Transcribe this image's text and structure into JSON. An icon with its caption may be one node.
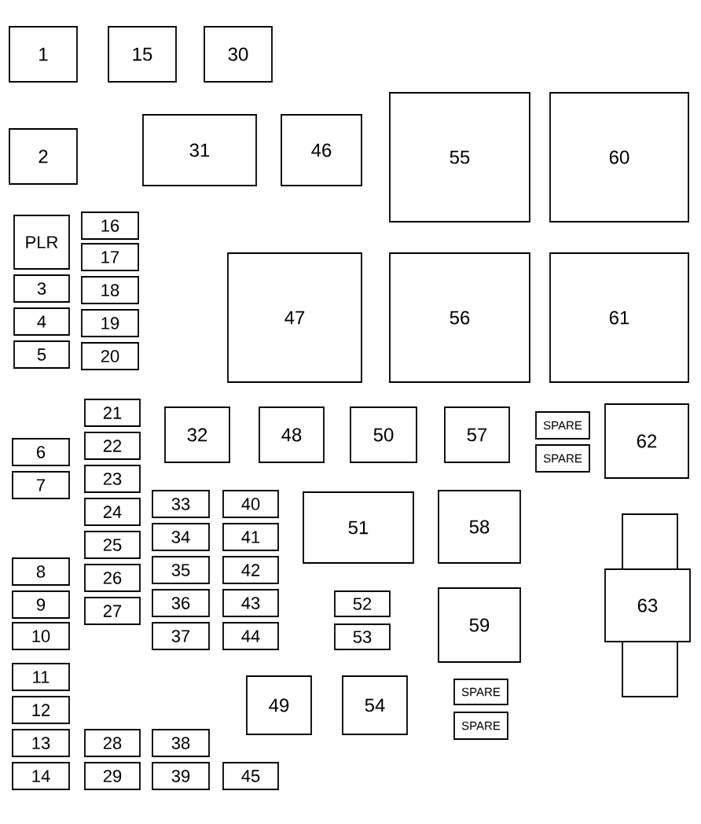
{
  "diagram": {
    "nodes": [
      {
        "text": [
          "1"
        ]
      },
      {
        "text": [
          "15"
        ]
      },
      {
        "text": [
          "30"
        ]
      },
      {
        "text": [
          "2"
        ]
      },
      {
        "text": [
          "31"
        ]
      },
      {
        "text": [
          "46"
        ]
      },
      {
        "text": [
          "55"
        ]
      },
      {
        "text": [
          "60"
        ]
      },
      {
        "text": [
          "PLR"
        ]
      },
      {
        "text": [
          "16"
        ]
      },
      {
        "text": [
          "17"
        ]
      },
      {
        "text": [
          "3"
        ]
      },
      {
        "text": [
          "18"
        ]
      },
      {
        "text": [
          "4"
        ]
      },
      {
        "text": [
          "19"
        ]
      },
      {
        "text": [
          "5"
        ]
      },
      {
        "text": [
          "20"
        ]
      },
      {
        "text": [
          "47"
        ]
      },
      {
        "text": [
          "56"
        ]
      },
      {
        "text": [
          "61"
        ]
      },
      {
        "text": [
          "21"
        ]
      },
      {
        "text": [
          "32"
        ]
      },
      {
        "text": [
          "48"
        ]
      },
      {
        "text": [
          "50"
        ]
      },
      {
        "text": [
          "57"
        ]
      },
      {
        "text": [
          "SPARE"
        ]
      },
      {
        "text": [
          "62"
        ]
      },
      {
        "text": [
          "6"
        ]
      },
      {
        "text": [
          "22"
        ]
      },
      {
        "text": [
          "SPARE"
        ]
      },
      {
        "text": [
          "7"
        ]
      },
      {
        "text": [
          "23"
        ]
      },
      {
        "text": [
          "24"
        ]
      },
      {
        "text": [
          "33"
        ]
      },
      {
        "text": [
          "40"
        ]
      },
      {
        "text": [
          "51"
        ]
      },
      {
        "text": [
          "58"
        ]
      },
      {
        "text": [
          "25"
        ]
      },
      {
        "text": [
          "34"
        ]
      },
      {
        "text": [
          "41"
        ]
      },
      {
        "text": [
          "63"
        ]
      },
      {
        "text": [
          "8"
        ]
      },
      {
        "text": [
          "26"
        ]
      },
      {
        "text": [
          "35"
        ]
      },
      {
        "text": [
          "42"
        ]
      },
      {
        "text": [
          "9"
        ]
      },
      {
        "text": [
          "27"
        ]
      },
      {
        "text": [
          "36"
        ]
      },
      {
        "text": [
          "43"
        ]
      },
      {
        "text": [
          "52"
        ]
      },
      {
        "text": [
          "59"
        ]
      },
      {
        "text": [
          "10"
        ]
      },
      {
        "text": [
          "37"
        ]
      },
      {
        "text": [
          "44"
        ]
      },
      {
        "text": [
          "53"
        ]
      },
      {
        "text": [
          "11"
        ]
      },
      {
        "text": [
          "49"
        ]
      },
      {
        "text": [
          "54"
        ]
      },
      {
        "text": [
          "SPARE"
        ]
      },
      {
        "text": [
          "12"
        ]
      },
      {
        "text": [
          "SPARE"
        ]
      },
      {
        "text": [
          "13"
        ]
      },
      {
        "text": [
          "28"
        ]
      },
      {
        "text": [
          "38"
        ]
      },
      {
        "text": [
          "14"
        ]
      },
      {
        "text": [
          "29"
        ]
      },
      {
        "text": [
          "39"
        ]
      },
      {
        "text": [
          "45"
        ]
      }
    ]
  }
}
